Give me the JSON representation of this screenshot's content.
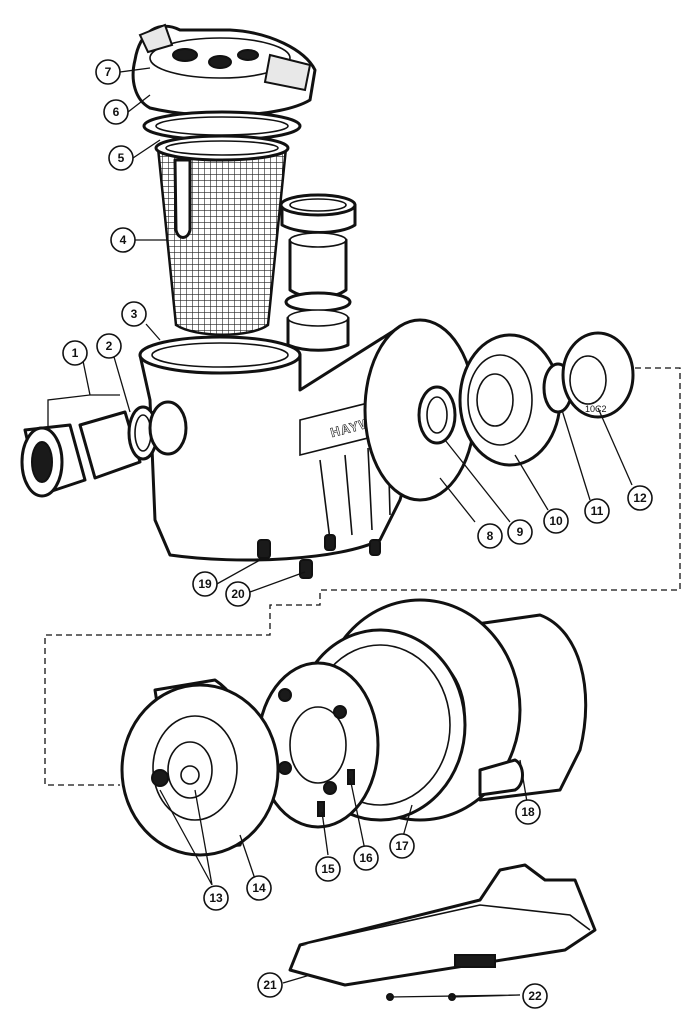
{
  "diagram": {
    "brand_label": "HAYWARD",
    "impeller_marking": "10C2",
    "callouts": [
      "1",
      "2",
      "3",
      "4",
      "5",
      "6",
      "7",
      "8",
      "9",
      "10",
      "11",
      "12",
      "13",
      "14",
      "15",
      "16",
      "17",
      "18",
      "19",
      "20",
      "21",
      "22"
    ]
  },
  "colors": {
    "ink": "#111111",
    "paper": "#ffffff"
  }
}
